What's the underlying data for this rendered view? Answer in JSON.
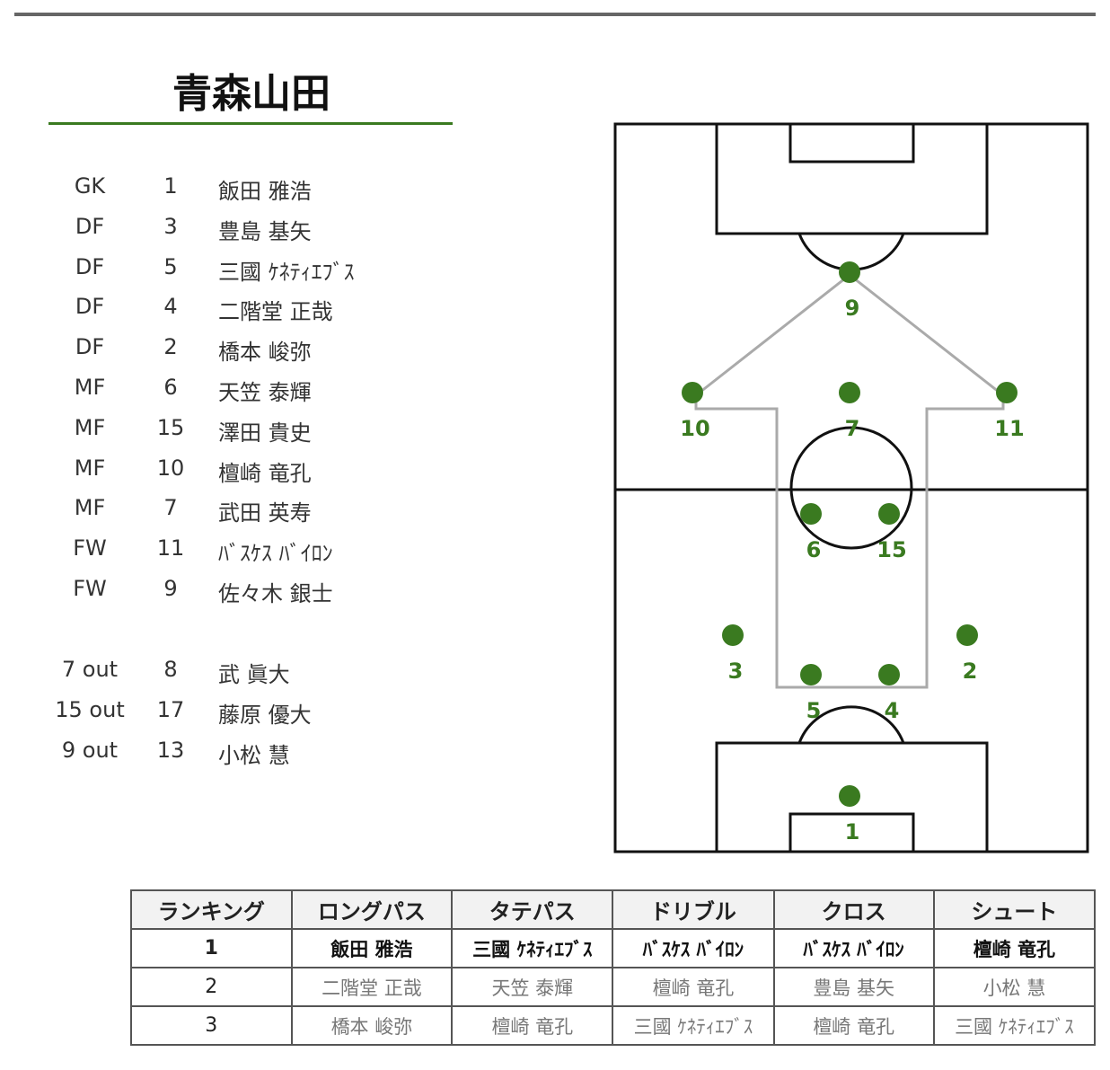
{
  "team": "青森山田",
  "lineup": [
    {
      "pos": "GK",
      "num": "1",
      "name": "飯田 雅浩"
    },
    {
      "pos": "DF",
      "num": "3",
      "name": "豊島 基矢"
    },
    {
      "pos": "DF",
      "num": "5",
      "name": "三國 ｹﾈﾃｨｴﾌﾞｽ"
    },
    {
      "pos": "DF",
      "num": "4",
      "name": "二階堂 正哉"
    },
    {
      "pos": "DF",
      "num": "2",
      "name": "橋本 峻弥"
    },
    {
      "pos": "MF",
      "num": "6",
      "name": "天笠 泰輝"
    },
    {
      "pos": "MF",
      "num": "15",
      "name": "澤田 貴史"
    },
    {
      "pos": "MF",
      "num": "10",
      "name": "檀崎 竜孔"
    },
    {
      "pos": "MF",
      "num": "7",
      "name": "武田 英寿"
    },
    {
      "pos": "FW",
      "num": "11",
      "name": "ﾊﾞｽｹｽ ﾊﾞｲﾛﾝ"
    },
    {
      "pos": "FW",
      "num": "9",
      "name": "佐々木 銀士"
    }
  ],
  "subs": [
    {
      "pos": "7 out",
      "num": "8",
      "name": "武 眞大"
    },
    {
      "pos": "15 out",
      "num": "17",
      "name": "藤原 優大"
    },
    {
      "pos": "9 out",
      "num": "13",
      "name": "小松 慧"
    }
  ],
  "pitch_players": [
    "9",
    "10",
    "7",
    "11",
    "6",
    "15",
    "3",
    "2",
    "5",
    "4",
    "1"
  ],
  "colors": {
    "player": "#3a7a20",
    "arrow": "#aaaaaa",
    "underline": "#3a7a20"
  },
  "ranking": {
    "headers": [
      "ランキング",
      "ロングパス",
      "タテパス",
      "ドリブル",
      "クロス",
      "シュート"
    ],
    "rows": [
      [
        "1",
        "飯田 雅浩",
        "三國 ｹﾈﾃｨｴﾌﾞｽ",
        "ﾊﾞｽｹｽ ﾊﾞｲﾛﾝ",
        "ﾊﾞｽｹｽ ﾊﾞｲﾛﾝ",
        "檀崎 竜孔"
      ],
      [
        "2",
        "二階堂 正哉",
        "天笠 泰輝",
        "檀崎 竜孔",
        "豊島 基矢",
        "小松 慧"
      ],
      [
        "3",
        "橋本 峻弥",
        "檀崎 竜孔",
        "三國 ｹﾈﾃｨｴﾌﾞｽ",
        "檀崎 竜孔",
        "三國 ｹﾈﾃｨｴﾌﾞｽ"
      ]
    ]
  }
}
